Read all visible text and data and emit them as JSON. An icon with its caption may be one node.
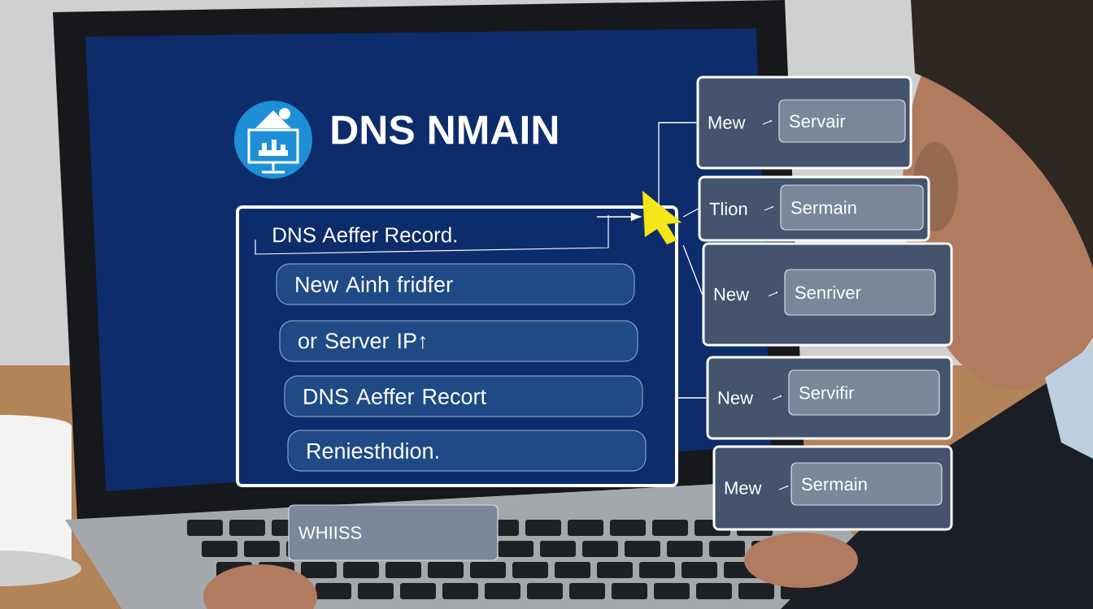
{
  "diagram": {
    "title": "DNS NMAIN",
    "nodes": [
      {
        "text": [
          "DNS Aeffer Record."
        ]
      },
      {
        "text": [
          "New Ainh fridfer"
        ],
        "in": 0
      },
      {
        "text": [
          "or Server IP↑"
        ],
        "in": 0
      },
      {
        "text": [
          "DNS Aeffer Recort"
        ],
        "in": 0
      },
      {
        "text": [
          "Reniesthdion."
        ],
        "in": 0
      },
      {
        "text": [
          "Mew"
        ]
      },
      {
        "text": [
          "Servair"
        ],
        "in": 5
      },
      {
        "text": [
          "Tlion"
        ]
      },
      {
        "text": [
          "Sermain"
        ],
        "in": 7
      },
      {
        "text": [
          "New"
        ]
      },
      {
        "text": [
          "Senriver"
        ],
        "in": 9
      },
      {
        "text": [
          "New"
        ]
      },
      {
        "text": [
          "Servifir"
        ],
        "in": 11
      },
      {
        "text": [
          "Mew"
        ]
      },
      {
        "text": [
          "Sermain"
        ],
        "in": 13
      },
      {
        "text": [
          "WHIISS"
        ]
      },
      {
        "text": [],
        "shape": "picture"
      }
    ],
    "edges": [
      {
        "from": 0,
        "to": 16,
        "arrow": "to"
      },
      {
        "from": 0,
        "to": 5,
        "arrow": "none"
      },
      {
        "from": 16,
        "to": 7,
        "arrow": "none"
      },
      {
        "from": 16,
        "to": 9,
        "arrow": "none"
      },
      {
        "from": 0,
        "to": 11,
        "arrow": "none"
      }
    ]
  }
}
